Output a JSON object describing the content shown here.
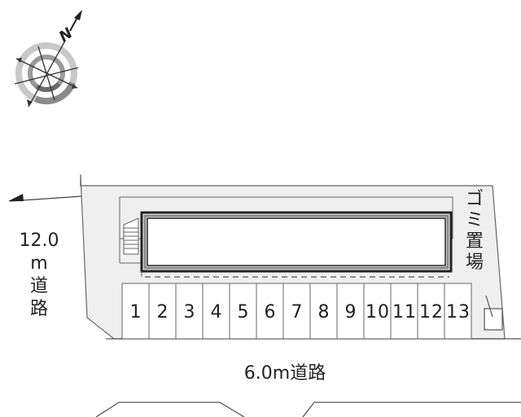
{
  "compass": {
    "north_label": "N",
    "icon": "north-compass-icon"
  },
  "roads": {
    "west": {
      "width_label": "12.0",
      "unit": "m",
      "chars": [
        "道",
        "路"
      ]
    },
    "south": {
      "label": "6.0m道路"
    }
  },
  "garbage_area": {
    "chars": [
      "ゴ",
      "ミ",
      "置",
      "場"
    ]
  },
  "parking": {
    "spaces": [
      "1",
      "2",
      "3",
      "4",
      "5",
      "6",
      "7",
      "8",
      "9",
      "10",
      "11",
      "12",
      "13"
    ]
  },
  "colors": {
    "lot_fill": "#efefef",
    "line": "#555555",
    "building_border": "#222222",
    "building_inner_border": "#888888"
  }
}
